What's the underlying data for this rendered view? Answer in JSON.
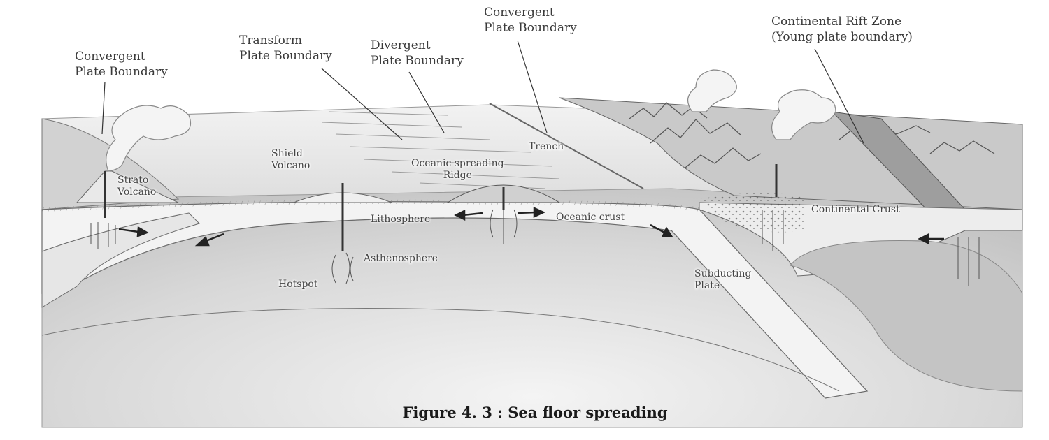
{
  "figure": {
    "caption": "Figure 4. 3 : Sea floor spreading"
  },
  "labels": {
    "convergent_left": {
      "line1": "Convergent",
      "line2": "Plate Boundary"
    },
    "transform": {
      "line1": "Transform",
      "line2": "Plate Boundary"
    },
    "divergent": {
      "line1": "Divergent",
      "line2": "Plate Boundary"
    },
    "convergent_right": {
      "line1": "Convergent",
      "line2": "Plate Boundary"
    },
    "rift": {
      "line1": "Continental Rift Zone",
      "line2": "(Young plate boundary)"
    },
    "shield": {
      "line1": "Shield",
      "line2": "Volcano"
    },
    "strato": {
      "line1": "Strato",
      "line2": "Volcano"
    },
    "trench": "Trench",
    "ridge": {
      "line1": "Oceanic spreading",
      "line2": "Ridge"
    },
    "lithosphere": "Lithosphere",
    "oceanic_crust": "Oceanic crust",
    "continental_crust": "Continental Crust",
    "asthenosphere": "Asthenosphere",
    "hotspot": "Hotspot",
    "subducting": {
      "line1": "Subducting",
      "line2": "Plate"
    }
  },
  "colors": {
    "ink": "#3a3a3a",
    "sea": "#ececec",
    "mantle": "#cfcfcf",
    "deep_mantle": "#dedede",
    "plate": "#f3f3f3"
  }
}
